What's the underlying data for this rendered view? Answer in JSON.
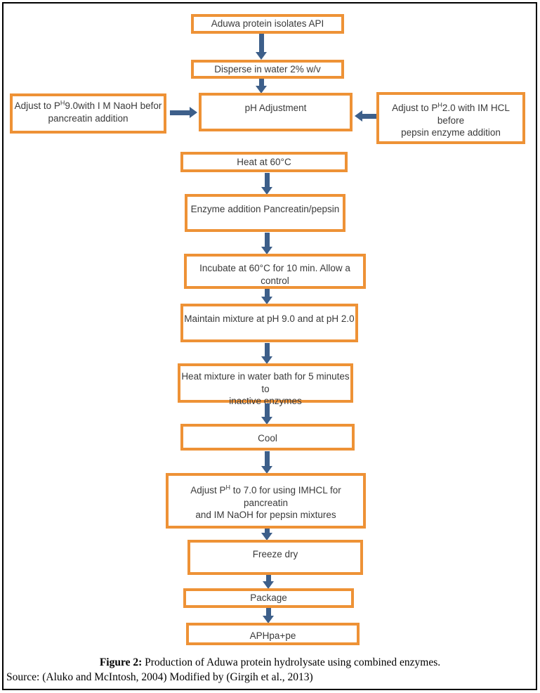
{
  "colors": {
    "box_border": "#EE9236",
    "arrow": "#3D5F8A",
    "text": "#3A3A3A"
  },
  "steps": {
    "aduwa": "Aduwa protein isolates API",
    "disperse": "Disperse in water 2% w/v",
    "ph_adjustment": "pH Adjustment",
    "heat_60": "Heat at 60°C",
    "enzyme_addition": "Enzyme addition Pancreatin/pepsin",
    "incubate": "Incubate at 60°C for 10 min. Allow a control",
    "maintain": "Maintain mixture at pH 9.0 and at pH 2.0",
    "cool": "Cool",
    "freeze_dry": "Freeze dry",
    "package": "Package",
    "final_product": "APHpa+pe"
  },
  "heat_bath": {
    "line1": "Heat mixture in water bath for 5 minutes to",
    "line2": "inactive enzymes"
  },
  "side_notes": {
    "naoh": {
      "pre": "Adjust to P",
      "sup": "H",
      "line1_rest": "9.0with I M NaoH befor",
      "line2": "pancreatin addition"
    },
    "hcl": {
      "pre": "Adjust to P",
      "sup": "H",
      "line1_rest": "2.0 with IM HCL before",
      "line2": "pepsin enzyme addition"
    }
  },
  "adjust_ph7": {
    "pre": "Adjust P",
    "sup": "H",
    "line1_rest": " to 7.0 for using IMHCL for pancreatin",
    "line2": "and IM NaOH for pepsin mixtures"
  },
  "caption": {
    "label": "Figure 2:",
    "text": " Production of Aduwa protein hydrolysate using combined enzymes."
  },
  "source": "Source: (Aluko and McIntosh, 2004) Modified by (Girgih et al., 2013)"
}
